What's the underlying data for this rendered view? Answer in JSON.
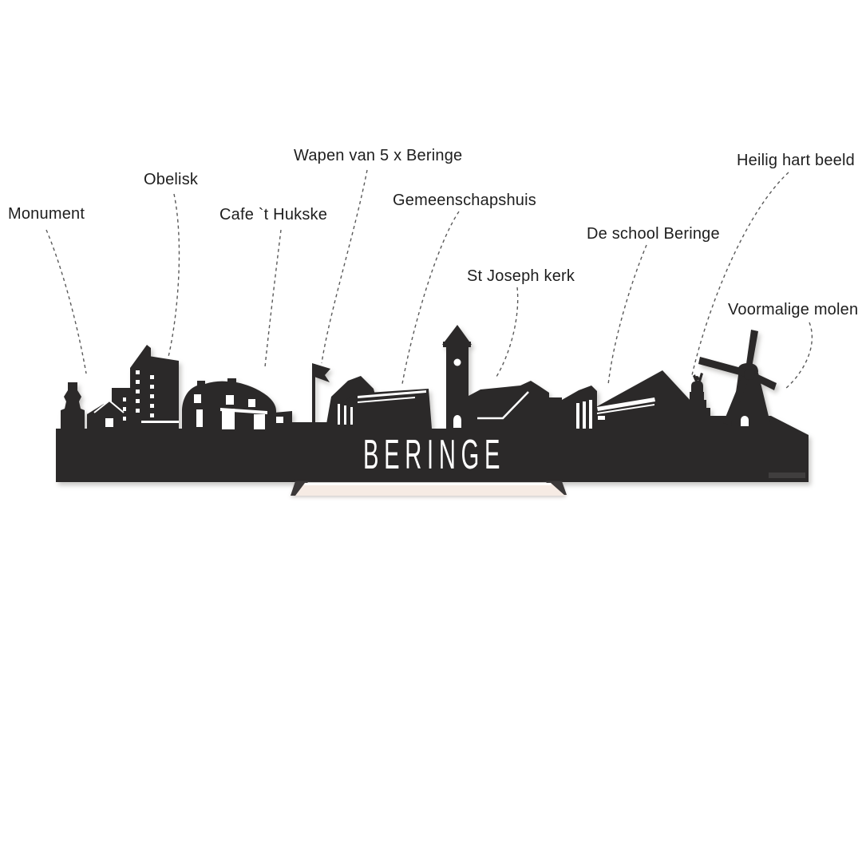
{
  "artwork": {
    "city_name": "BERINGE"
  },
  "labels": [
    {
      "id": "monument",
      "text": "Monument"
    },
    {
      "id": "obelisk",
      "text": "Obelisk"
    },
    {
      "id": "cafe-t-hukske",
      "text": "Cafe `t Hukske"
    },
    {
      "id": "wapen-van-5-x-beringe",
      "text": "Wapen van 5 x Beringe"
    },
    {
      "id": "gemeenschapshuis",
      "text": "Gemeenschapshuis"
    },
    {
      "id": "st-joseph-kerk",
      "text": "St Joseph kerk"
    },
    {
      "id": "de-school-beringe",
      "text": "De school Beringe"
    },
    {
      "id": "heilig-hart-beeld",
      "text": "Heilig hart beeld"
    },
    {
      "id": "voormalige-molen",
      "text": "Voormalige molen"
    }
  ],
  "colors": {
    "background": "#ffffff",
    "silhouette": "#2b2929",
    "label_text": "#1e1e1e",
    "connector_line": "#5a5a5a",
    "stand": "#f6ebe4",
    "cutout_text": "#ffffff"
  }
}
